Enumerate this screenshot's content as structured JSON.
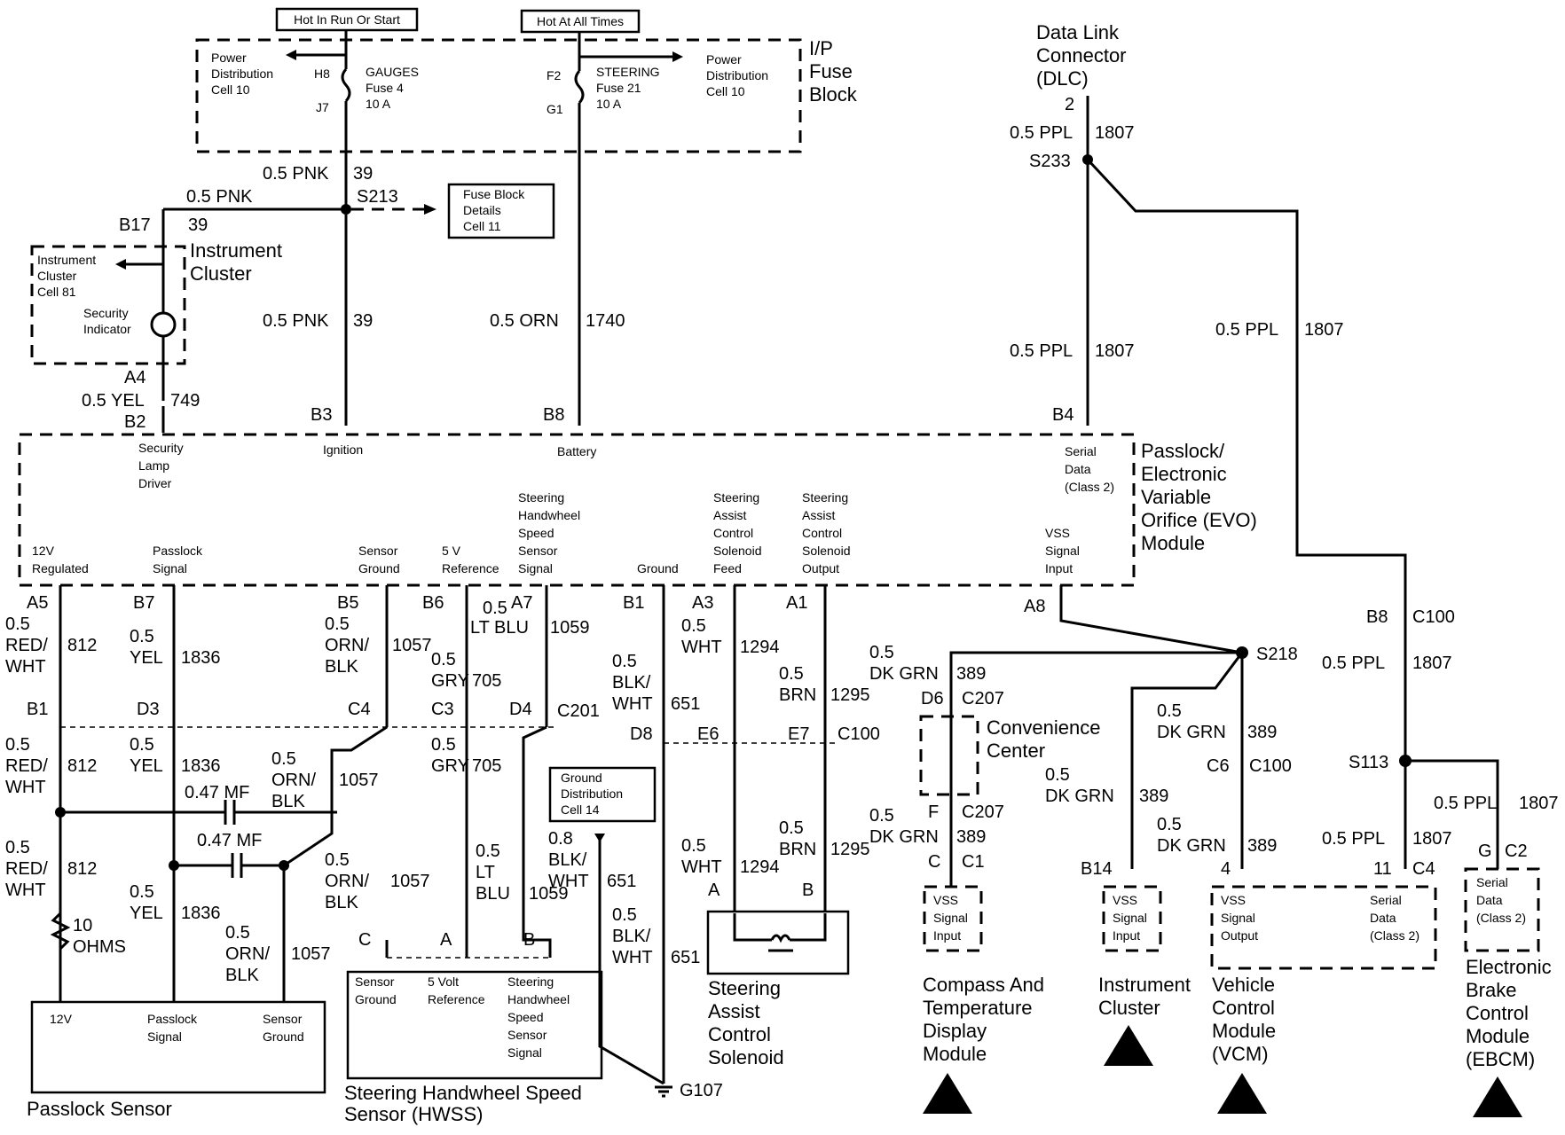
{
  "headers": {
    "hot_run_start": "Hot In Run Or Start",
    "hot_all_times": "Hot At All Times"
  },
  "fuse_block": {
    "title": [
      "I/P",
      "Fuse",
      "Block"
    ],
    "left_pdc": [
      "Power",
      "Distribution",
      "Cell 10"
    ],
    "right_pdc": [
      "Power",
      "Distribution",
      "Cell 10"
    ],
    "gauges_fuse": {
      "top_pin": "H8",
      "bottom_pin": "J7",
      "lines": [
        "GAUGES",
        "Fuse 4",
        "10 A"
      ]
    },
    "steering_fuse": {
      "top_pin": "F2",
      "bottom_pin": "G1",
      "lines": [
        "STEERING",
        "Fuse 21",
        "10 A"
      ]
    }
  },
  "fuse_details": [
    "Fuse Block",
    "Details",
    "Cell 11"
  ],
  "ground_dist": [
    "Ground",
    "Distribution",
    "Cell 14"
  ],
  "instrument_cluster_top": {
    "title": [
      "Instrument",
      "Cluster"
    ],
    "ref": [
      "Instrument",
      "Cluster",
      "Cell 81"
    ],
    "indicator": [
      "Security",
      "Indicator"
    ]
  },
  "dlc": {
    "title": [
      "Data Link",
      "Connector",
      "(DLC)"
    ],
    "pin": "2"
  },
  "evo_module": {
    "title": [
      "Passlock/",
      "Electronic",
      "Variable",
      "Orifice (EVO)",
      "Module"
    ],
    "top_pins": [
      {
        "pin": "B2",
        "label": [
          "Security",
          "Lamp",
          "Driver"
        ]
      },
      {
        "pin": "B3",
        "label": [
          "Ignition"
        ]
      },
      {
        "pin": "B8",
        "label": [
          "Battery"
        ]
      },
      {
        "pin": "B4",
        "label": [
          "Serial",
          "Data",
          "(Class 2)"
        ]
      }
    ],
    "bottom_labels": [
      [
        "12V",
        "Regulated"
      ],
      [
        "Passlock",
        "Signal"
      ],
      [
        "Sensor",
        "Ground"
      ],
      [
        "5 V",
        "Reference"
      ],
      [
        "Steering",
        "Handwheel",
        "Speed",
        "Sensor",
        "Signal"
      ],
      [
        "Ground"
      ],
      [
        "Steering",
        "Assist",
        "Control",
        "Solenoid",
        "Feed"
      ],
      [
        "Steering",
        "Assist",
        "Control",
        "Solenoid",
        "Output"
      ],
      [
        "VSS",
        "Signal",
        "Input"
      ]
    ],
    "bottom_pins": [
      "A5",
      "B7",
      "B5",
      "B6",
      "A7",
      "B1",
      "A3",
      "A1",
      "A8"
    ]
  },
  "wires": {
    "pnk39_a": "0.5 PNK",
    "pnk39_a_c": "39",
    "pnk39_b": "0.5 PNK",
    "pnk39_b_c": "39",
    "pnk39_c": "0.5 PNK",
    "pnk39_c_c": "39",
    "orn1740": "0.5 ORN",
    "orn1740_c": "1740",
    "yel749": "0.5 YEL",
    "yel749_c": "749",
    "ppl1807_a": "0.5 PPL",
    "ppl1807_a_c": "1807",
    "ppl1807_b": "0.5 PPL",
    "ppl1807_b_c": "1807",
    "ppl1807_c": "0.5 PPL",
    "ppl1807_c_c": "1807",
    "ppl1807_d": "0.5 PPL",
    "ppl1807_d_c": "1807",
    "ppl1807_e": "0.5 PPL",
    "ppl1807_e_c": "1807",
    "ppl1807_f": "0.5 PPL",
    "ppl1807_f_c": "1807",
    "red812_a": [
      "0.5",
      "RED/",
      "WHT"
    ],
    "red812_a_c": "812",
    "red812_b": [
      "0.5",
      "RED/",
      "WHT"
    ],
    "red812_b_c": "812",
    "red812_c": [
      "0.5",
      "RED/",
      "WHT"
    ],
    "red812_c_c": "812",
    "yel1836_a": [
      "0.5",
      "YEL"
    ],
    "yel1836_a_c": "1836",
    "yel1836_b": [
      "0.5",
      "YEL"
    ],
    "yel1836_b_c": "1836",
    "yel1836_c": [
      "0.5",
      "YEL"
    ],
    "yel1836_c_c": "1836",
    "orn1057_a": [
      "0.5",
      "ORN/",
      "BLK"
    ],
    "orn1057_a_c": "1057",
    "orn1057_b": [
      "0.5",
      "ORN/",
      "BLK"
    ],
    "orn1057_b_c": "1057",
    "orn1057_c": [
      "0.5",
      "ORN/",
      "BLK"
    ],
    "orn1057_c_c": "1057",
    "orn1057_d": [
      "0.5",
      "ORN/",
      "BLK"
    ],
    "orn1057_d_c": "1057",
    "gry705_a": [
      "0.5",
      "GRY"
    ],
    "gry705_a_c": "705",
    "gry705_b": [
      "0.5",
      "GRY"
    ],
    "gry705_b_c": "705",
    "ltblu1059_a": [
      "0.5",
      "LT BLU"
    ],
    "ltblu1059_a_c": "1059",
    "ltblu1059_b": [
      "0.5",
      "LT",
      "BLU"
    ],
    "ltblu1059_b_c": "1059",
    "blk651_a": [
      "0.5",
      "BLK/",
      "WHT"
    ],
    "blk651_a_c": "651",
    "blk651_b": [
      "0.8",
      "BLK/",
      "WHT"
    ],
    "blk651_b_c": "651",
    "blk651_c": [
      "0.5",
      "BLK/",
      "WHT"
    ],
    "blk651_c_c": "651",
    "wht1294_a": [
      "0.5",
      "WHT"
    ],
    "wht1294_a_c": "1294",
    "wht1294_b": [
      "0.5",
      "WHT"
    ],
    "wht1294_b_c": "1294",
    "brn1295_a": [
      "0.5",
      "BRN"
    ],
    "brn1295_a_c": "1295",
    "brn1295_b": [
      "0.5",
      "BRN"
    ],
    "brn1295_b_c": "1295",
    "grn389_a": [
      "0.5",
      "DK GRN"
    ],
    "grn389_a_c": "389",
    "grn389_b": [
      "0.5",
      "DK GRN"
    ],
    "grn389_b_c": "389",
    "grn389_c": [
      "0.5",
      "DK GRN"
    ],
    "grn389_c_c": "389",
    "grn389_d": [
      "0.5",
      "DK GRN"
    ],
    "grn389_d_c": "389",
    "grn389_e": [
      "0.5",
      "DK GRN"
    ],
    "grn389_e_c": "389"
  },
  "splices": {
    "s213": "S213",
    "s233": "S233",
    "s218": "S218",
    "s113": "S113"
  },
  "connectors": {
    "b17": "B17",
    "a4": "A4",
    "b1": "B1",
    "d3": "D3",
    "c4": "C4",
    "c3": "C3",
    "d4": "D4",
    "c201": "C201",
    "d8": "D8",
    "e6": "E6",
    "e7": "E7",
    "c100a": "C100",
    "d6": "D6",
    "c207a": "C207",
    "f": "F",
    "c207b": "C207",
    "c": "C",
    "c1": "C1",
    "b8": "B8",
    "c100b": "C100",
    "c6": "C6",
    "c100c": "C100",
    "b14": "B14",
    "p4": "4",
    "p11": "11",
    "c4b": "C4",
    "g": "G",
    "c2": "C2",
    "hc": "C",
    "ha": "A",
    "hb": "B",
    "sa": "A",
    "sb": "B"
  },
  "capacitors": {
    "cap1": "0.47 MF",
    "cap2": "0.47 MF"
  },
  "resistor": [
    "10",
    "OHMS"
  ],
  "passlock_sensor": {
    "title": "Passlock Sensor",
    "pins": [
      [
        "12V"
      ],
      [
        "Passlock",
        "Signal"
      ],
      [
        "Sensor",
        "Ground"
      ]
    ]
  },
  "hwss": {
    "title": [
      "Steering Handwheel Speed",
      "Sensor (HWSS)"
    ],
    "pins": [
      [
        "Sensor",
        "Ground"
      ],
      [
        "5 Volt",
        "Reference"
      ],
      [
        "Steering",
        "Handwheel",
        "Speed",
        "Sensor",
        "Signal"
      ]
    ]
  },
  "solenoid": {
    "title": [
      "Steering",
      "Assist",
      "Control",
      "Solenoid"
    ]
  },
  "ground": "G107",
  "convenience_center": [
    "Convenience",
    "Center"
  ],
  "modules": {
    "compass": {
      "pin_label": [
        "VSS",
        "Signal",
        "Input"
      ],
      "title": [
        "Compass And",
        "Temperature",
        "Display",
        "Module"
      ]
    },
    "ic": {
      "pin_label": [
        "VSS",
        "Signal",
        "Input"
      ],
      "title": [
        "Instrument",
        "Cluster"
      ]
    },
    "vcm": {
      "pin_label_a": [
        "VSS",
        "Signal",
        "Output"
      ],
      "pin_label_b": [
        "Serial",
        "Data",
        "(Class 2)"
      ],
      "title": [
        "Vehicle",
        "Control",
        "Module",
        "(VCM)"
      ]
    },
    "ebcm": {
      "pin_label": [
        "Serial",
        "Data",
        "(Class 2)"
      ],
      "title": [
        "Electronic",
        "Brake",
        "Control",
        "Module",
        "(EBCM)"
      ]
    }
  }
}
